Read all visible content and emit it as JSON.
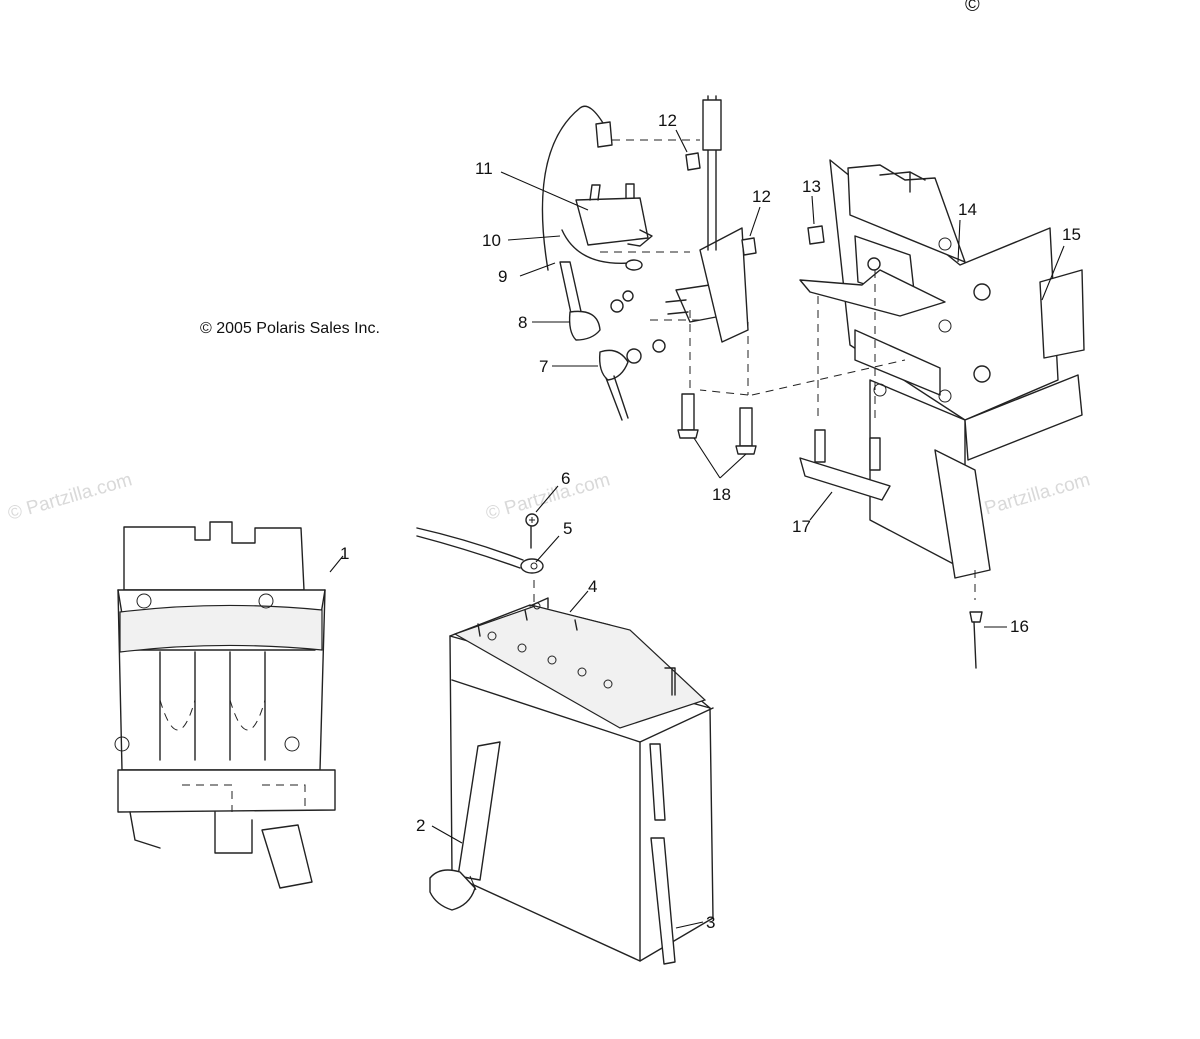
{
  "copyright": "© 2005 Polaris Sales Inc.",
  "top_right_mark": "©",
  "watermarks": [
    {
      "text": "© Partzilla.com"
    },
    {
      "text": "© Partzilla.com"
    },
    {
      "text": "© Partzilla.com"
    }
  ],
  "callouts": {
    "c1": "1",
    "c2": "2",
    "c3": "3",
    "c4": "4",
    "c5": "5",
    "c6": "6",
    "c7": "7",
    "c8": "8",
    "c9": "9",
    "c10": "10",
    "c11": "11",
    "c12a": "12",
    "c12b": "12",
    "c13": "13",
    "c14": "14",
    "c15": "15",
    "c16": "16",
    "c17": "17",
    "c18": "18"
  }
}
